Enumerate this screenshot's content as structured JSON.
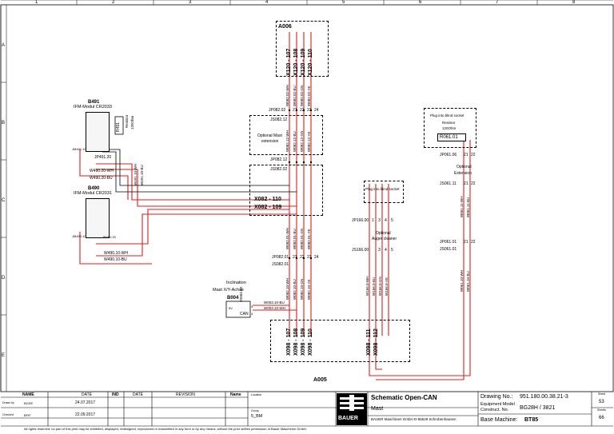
{
  "columns": [
    "1",
    "2",
    "3",
    "4",
    "5",
    "6",
    "7",
    "8"
  ],
  "rows": [
    "A",
    "B",
    "C",
    "D",
    "E"
  ],
  "colors": {
    "wire_red": "#e21b1b",
    "wire_black": "#000000",
    "frame": "#000000"
  },
  "a006": {
    "title": "A006",
    "pins": [
      "X120 - 107",
      "X120 - 108",
      "X120 - 109",
      "X120 - 110"
    ]
  },
  "b491": {
    "title": "B491",
    "subtitle": "IFM-Modul CR2033",
    "connector": "JM491.10",
    "jp": "JP491.20",
    "resistor": "R491",
    "resistor_note": "Resistor",
    "resistor_value": "120Ohm"
  },
  "b490": {
    "title": "B490",
    "subtitle": "IFM-Modul CR2031",
    "connector": "JM490.10",
    "jp": "JP490.20"
  },
  "b004": {
    "title": "B004",
    "label_line1": "Inclination",
    "label_line2": "Mast X/Y-Achse",
    "conn": "JS004.00",
    "can": "CAN",
    "pin_5": "5V",
    "pin_3": "3",
    "pin_4": "4",
    "wire_a": "W003.10-BU",
    "wire_b": "W003.10-WH"
  },
  "wires_left": {
    "w49020wh": "W490.20-WH",
    "w49020bu": "W490.20-BU",
    "w49010wh": "W490.10-WH",
    "w49010bu": "W490.10-BU",
    "w49110wh": "W491.10-WH",
    "w49110bu": "W491.10-BU"
  },
  "mast_ext": {
    "label_line1": "Optional Mast",
    "label_line2": "extension",
    "jp_top": "JP082.02",
    "js_top": "JS082.12",
    "jp_bot": "JP082.12",
    "js_bot": "JS082.02",
    "pins": [
      "21",
      "22",
      "23",
      "24"
    ]
  },
  "x082": {
    "pin_110": "X082 - 110",
    "pin_109": "X082 - 109"
  },
  "mid_conn": {
    "jp": "JP082.01",
    "js": "JS082.01",
    "pins": [
      "21",
      "22",
      "23",
      "24"
    ]
  },
  "vertical_wires_top": [
    "W082.02-WH",
    "W082.02-BU",
    "W082.02-GN",
    "W082.02-YE"
  ],
  "vertical_wires_mid": [
    "W082.12-WH",
    "W082.12-BU",
    "W082.12-GN",
    "W082.12-YE"
  ],
  "vertical_wires_low": [
    "W082.01-WH",
    "W082.01-BU",
    "W082.01-GN",
    "W082.01-YE"
  ],
  "vertical_wires_bot": [
    "W082.10-WH",
    "W082.10-BU",
    "W082.10-GN",
    "W082.10-YE"
  ],
  "auger": {
    "plug_note": "Plug into blind socket",
    "label_line1": "Optional",
    "label_line2": "Auger cleaner",
    "jp": "JP166.00",
    "js": "JS166.00",
    "pins": [
      "1",
      "3",
      "4",
      "5"
    ],
    "wires": [
      "W166.0-WH",
      "W166.0-BU",
      "W166.0-GN",
      "W166.0-YE"
    ]
  },
  "extension": {
    "plug_note_line1": "Plug into blind socket",
    "resistor_label": "Resistor",
    "resistor_value": "120Ohm",
    "resistor": "R061.01",
    "jp_top": "JP061.06",
    "label_line1": "Optional",
    "label_line2": "Extension",
    "js_top": "JS061.11",
    "jp_bot": "JP061.01",
    "js_bot": "JS061.01",
    "pins": [
      "21",
      "22"
    ],
    "wires_top": [
      "W061.11-WH",
      "W061.11-BU"
    ],
    "wires_bot": [
      "W061.10-WH",
      "W061.10-BU"
    ]
  },
  "a005": {
    "title": "A005",
    "pins": [
      "X098 - 107",
      "X098 - 108",
      "X098 - 109",
      "X098 - 110",
      "X098 - 111",
      "X098 - 112"
    ]
  },
  "title_block": {
    "name_hdr": "NAME",
    "date_hdr": "DATE",
    "ind_hdr": "IND",
    "date2_hdr": "DATE",
    "revision_hdr": "REVISION",
    "name2_hdr": "Name",
    "drawn_by": "Drawn by",
    "drawn_name": "BGSE",
    "drawn_date": "24.07.2017",
    "checked": "Checked",
    "checked_name": "BFIF",
    "checked_date": "22.09.2017",
    "location": "Location",
    "group": "Group",
    "group_value": "5_BM",
    "title_line1": "Schematic Open-CAN",
    "title_line2": "Mast",
    "company_line": "BAUER Maschinen GmbH  D-86529 Schrobenhausen",
    "logo_text": "BAUER",
    "drawing_no_label": "Drawing No.:",
    "drawing_no": "951.180.00.38.21-3",
    "equipment_model_label": "Equipment Model",
    "construct_no_label": "Construct. No.",
    "model_value": "BG28H / 3821",
    "base_machine_label": "Base Machine:",
    "base_machine": "BT85",
    "sheet_label": "Sheet",
    "sheet": "53",
    "sheets_label": "Sheets",
    "sheets": "66",
    "footer": "All rights reserved: no part of this print may be exhibited, displayed, redesigned, reproduced or transmitted in any form or by any means, without the prior written permission of Bauer Maschinen GmbH."
  }
}
